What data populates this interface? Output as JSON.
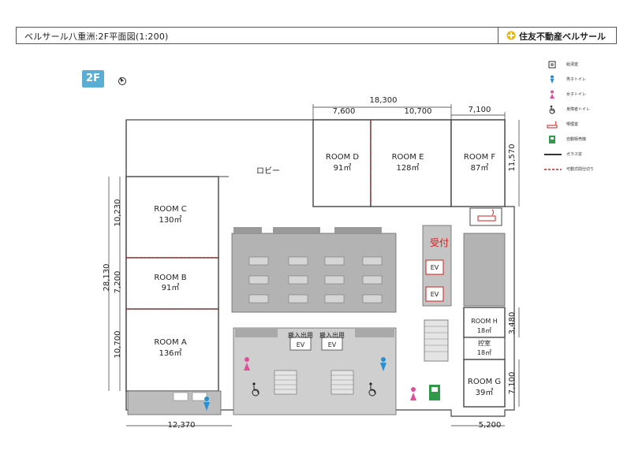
{
  "header": {
    "title": "ベルサール八重洲:2F平面図(1:200)",
    "brand": "住友不動産ベルサール"
  },
  "floor_badge": "2F",
  "legend": [
    {
      "icon": "fire-extinguisher-icon",
      "label": "給湯室"
    },
    {
      "icon": "male-toilet-icon",
      "label": "男子トイレ"
    },
    {
      "icon": "female-toilet-icon",
      "label": "女子トイレ"
    },
    {
      "icon": "accessible-toilet-icon",
      "label": "身障者トイレ"
    },
    {
      "icon": "smoking-room-icon",
      "label": "喫煙室"
    },
    {
      "icon": "vending-machine-icon",
      "label": "自動販売機"
    },
    {
      "icon": "glass-wall-icon",
      "label": "ガラス窓"
    },
    {
      "icon": "movable-partition-icon",
      "label": "可動式間仕切り"
    }
  ],
  "rooms": {
    "room_a": {
      "name": "ROOM A",
      "area": "136㎡"
    },
    "room_b": {
      "name": "ROOM B",
      "area": "91㎡"
    },
    "room_c": {
      "name": "ROOM C",
      "area": "130㎡"
    },
    "room_d": {
      "name": "ROOM D",
      "area": "91㎡"
    },
    "room_e": {
      "name": "ROOM E",
      "area": "128㎡"
    },
    "room_f": {
      "name": "ROOM F",
      "area": "87㎡"
    },
    "room_g": {
      "name": "ROOM G",
      "area": "39㎡"
    },
    "room_h": {
      "name": "ROOM H",
      "area": "18㎡"
    },
    "hikae": {
      "name": "控室",
      "area": "18㎡"
    }
  },
  "labels": {
    "lobby": "ロビー",
    "reception": "受付",
    "ev": "EV",
    "freight_left": "搬入出用",
    "freight_right": "搬入出用"
  },
  "dimensions": {
    "top_total": "18,300",
    "top_d": "7,600",
    "top_e": "10,700",
    "top_f": "7,100",
    "right_f": "11,570",
    "right_h": "3,480",
    "right_g": "7,100",
    "bottom_left": "12,370",
    "bottom_right": "5,200",
    "left_total": "28,130",
    "left_c": "10,230",
    "left_b": "7,200",
    "left_a": "10,700"
  },
  "colors": {
    "accent_blue": "#5aaed6",
    "reception_red": "#d02020",
    "male_blue": "#2a8fd0",
    "female_pink": "#e0509a",
    "vending_green": "#2e9a4a",
    "core_gray": "#b3b3b3"
  }
}
